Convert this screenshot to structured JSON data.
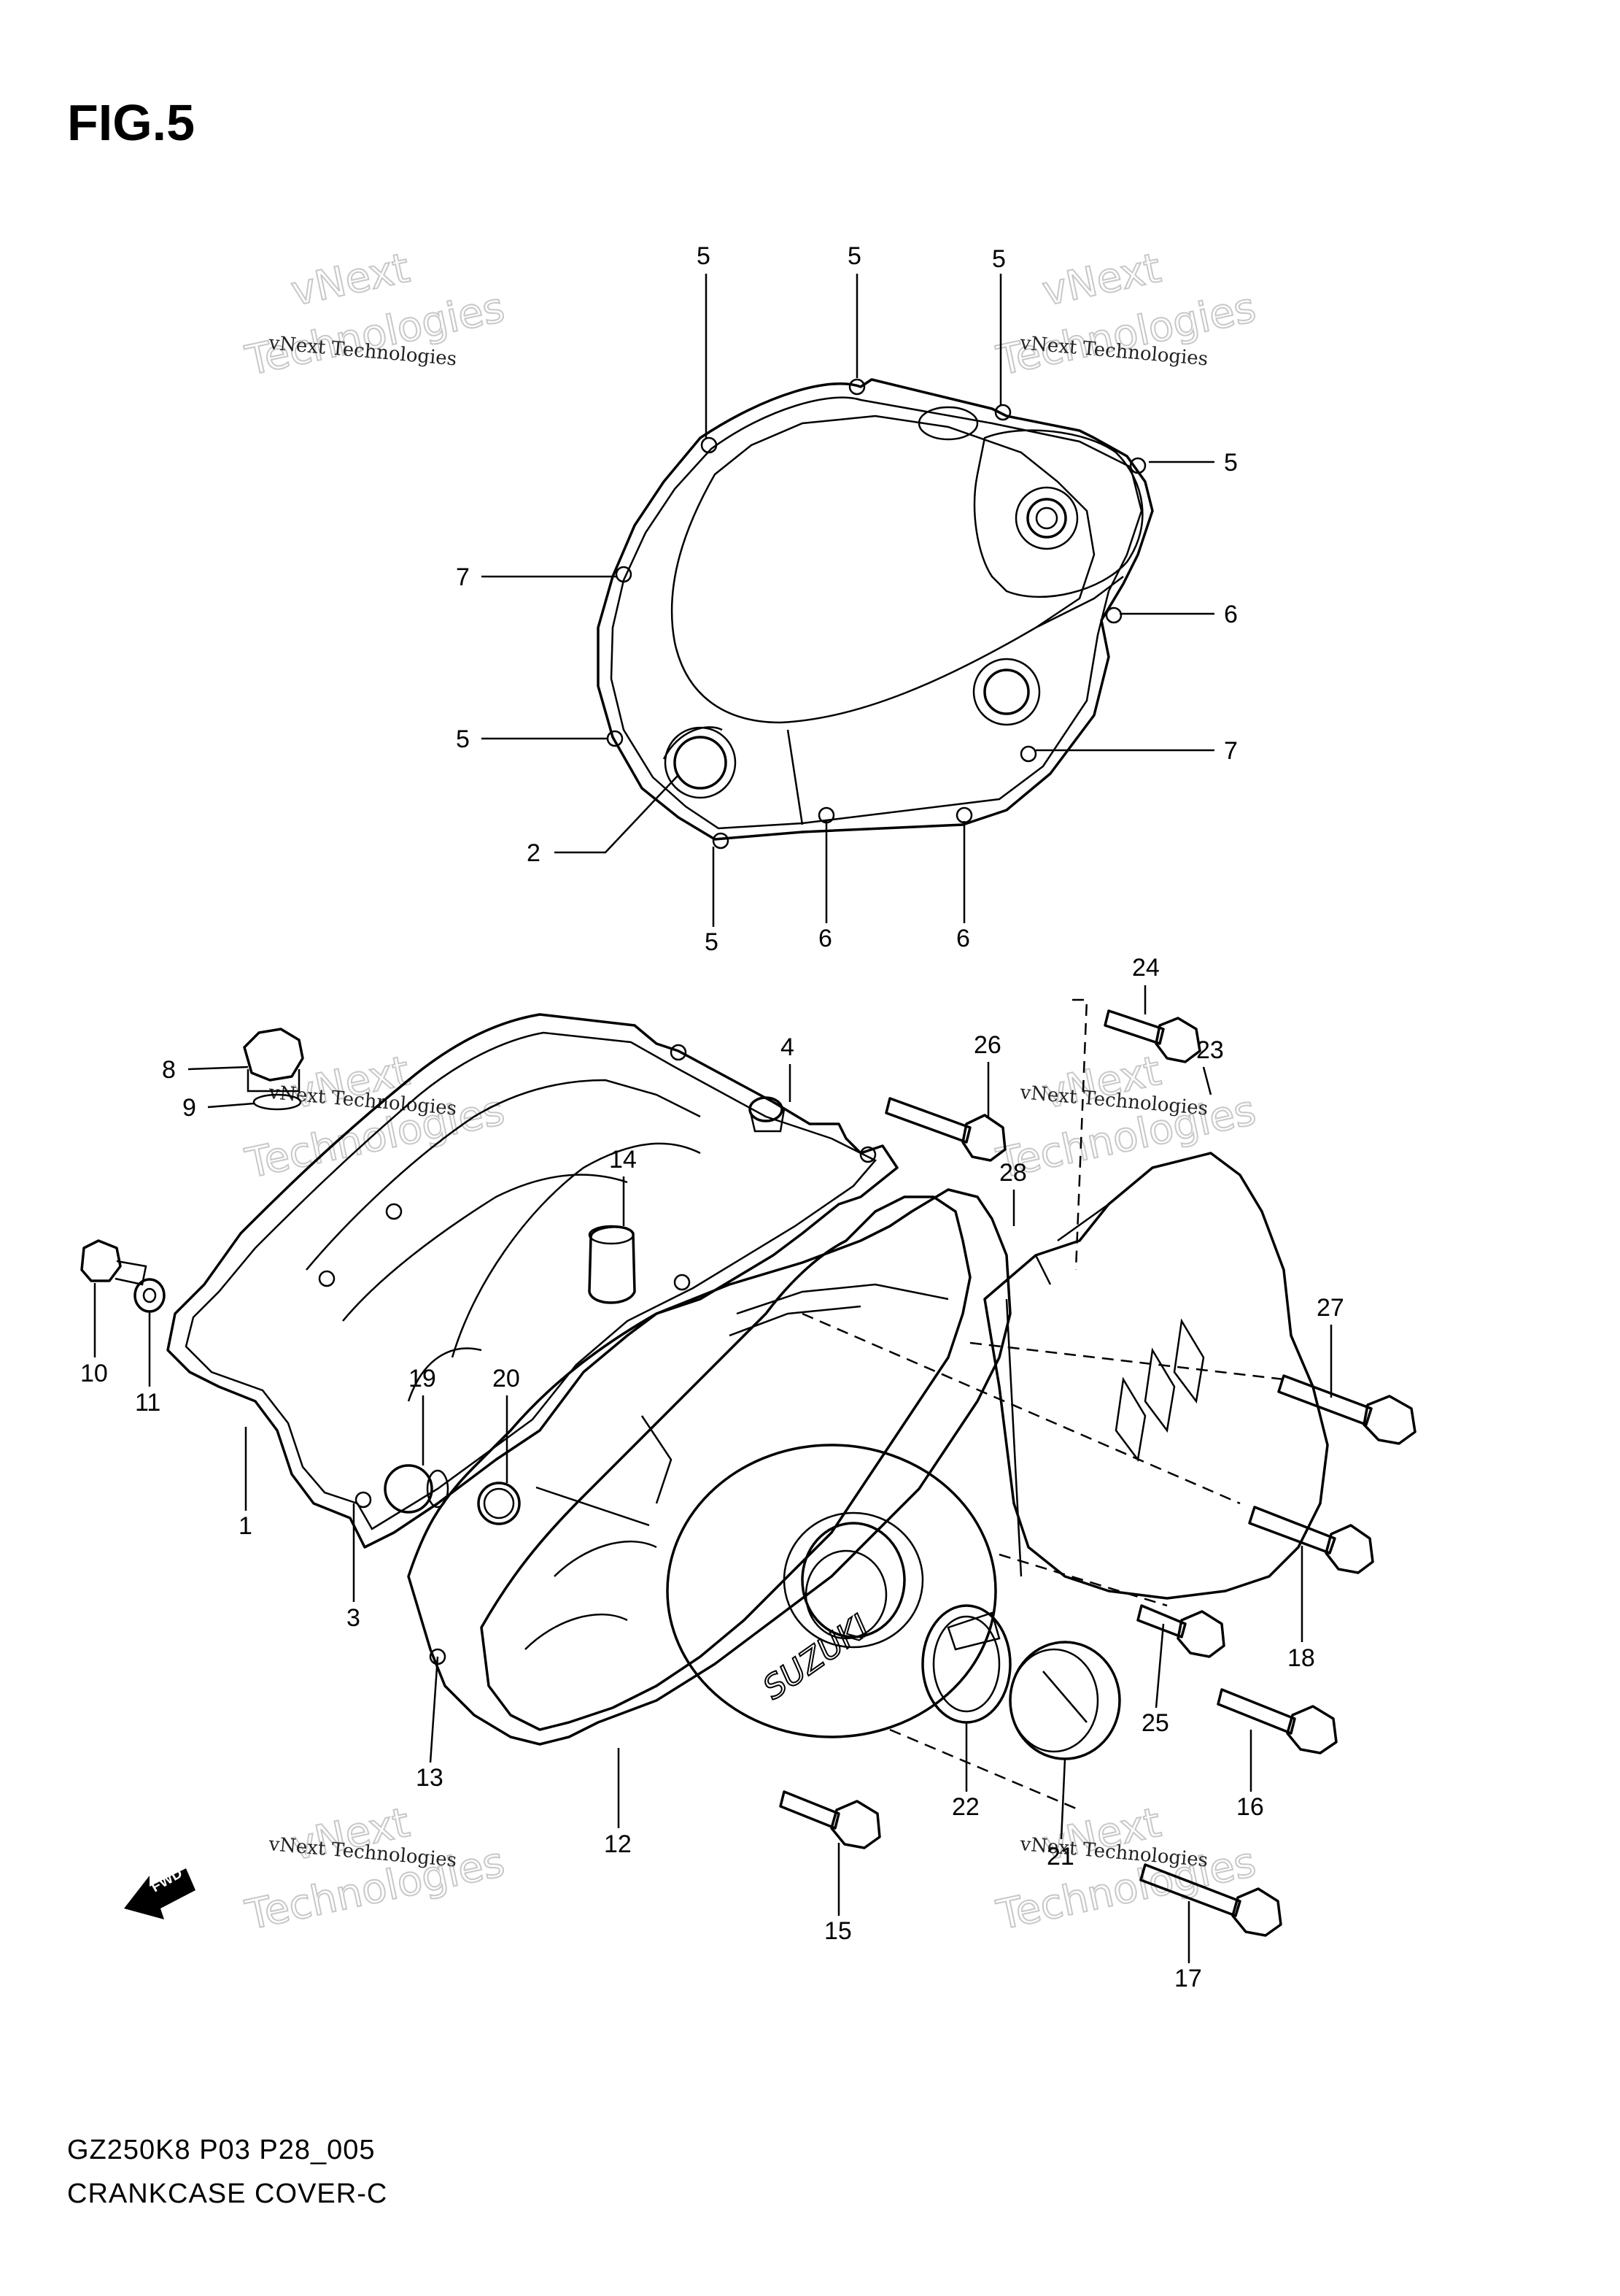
{
  "figure": {
    "title": "FIG.5",
    "code": "GZ250K8 P03 P28_005",
    "name": "CRANKCASE COVER-C"
  },
  "watermark": {
    "line1": "vNext Technologies",
    "line2": "vNext",
    "line3": "Technologies",
    "color": "#c8c8c8"
  },
  "callouts_top": [
    "5",
    "5",
    "5",
    "5",
    "7",
    "6",
    "5",
    "7",
    "2",
    "5",
    "6",
    "6"
  ],
  "callouts_bottom": [
    "8",
    "9",
    "4",
    "26",
    "24",
    "23",
    "14",
    "28",
    "10",
    "11",
    "19",
    "20",
    "27",
    "1",
    "3",
    "18",
    "25",
    "16",
    "13",
    "12",
    "22",
    "21",
    "15",
    "17"
  ],
  "fwd_label": "FWD",
  "icons": {
    "fwd": "forward-arrow-icon"
  }
}
